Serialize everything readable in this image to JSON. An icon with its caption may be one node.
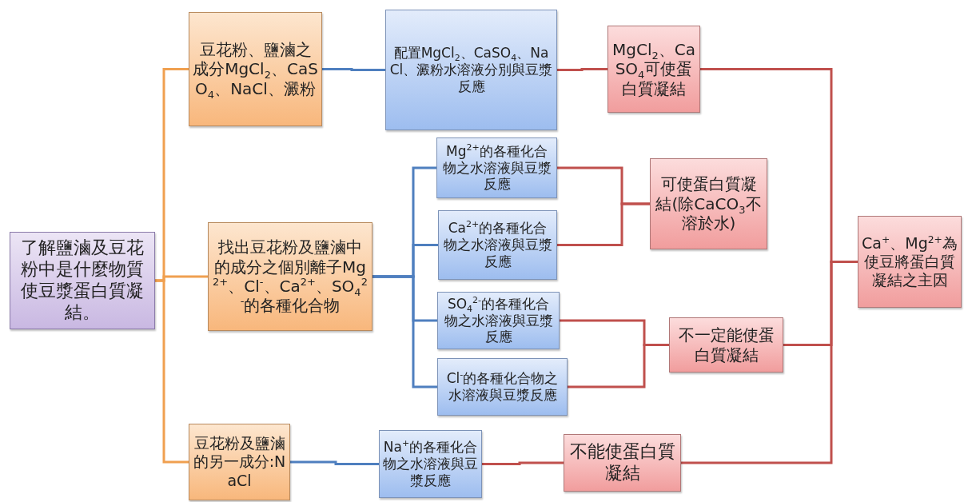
{
  "diagram": {
    "nodes": [
      {
        "text": [
          "了解鹽滷及豆花粉中是什麼物質使豆漿蛋白質凝結。"
        ]
      },
      {
        "text": [
          "豆花粉、鹽滷之成分MgCl$_{2}$、CaSO$_{4}$、NaCl、澱粉"
        ]
      },
      {
        "text": [
          "找出豆花粉及鹽滷中的成分之個別離子Mg$^{2+}$、Cl$^{-}$、Ca$^{2+}$、SO$_{4}$$^{2-}$的各種化合物"
        ]
      },
      {
        "text": [
          "豆花粉及鹽滷的另一成分:NaCl"
        ]
      },
      {
        "text": [
          "配置MgCl$_{2}$、CaSO$_{4}$、NaCl、澱粉水溶液分別與豆漿反應"
        ]
      },
      {
        "text": [
          "Mg$^{2+}$的各種化合物之水溶液與豆漿反應"
        ]
      },
      {
        "text": [
          "Ca$^{2+}$的各種化合物之水溶液與豆漿反應"
        ]
      },
      {
        "text": [
          "SO$_{4}$$^{2-}$的各種化合物之水溶液與豆漿反應"
        ]
      },
      {
        "text": [
          "Cl$^{-}$的各種化合物之水溶液與豆漿反應"
        ]
      },
      {
        "text": [
          "Na$^{+}$的各種化合物之水溶液與豆漿反應"
        ]
      },
      {
        "text": [
          "MgCl$_{2}$、CaSO$_{4}$可使蛋白質凝結"
        ]
      },
      {
        "text": [
          "可使蛋白質凝結(除CaCO$_{3}$不溶於水)"
        ]
      },
      {
        "text": [
          "不一定能使蛋白質凝結"
        ]
      },
      {
        "text": [
          "不能使蛋白質凝結"
        ]
      },
      {
        "text": [
          "Ca$^{+}$、Mg$^{2+}$為使豆將蛋白質凝結之主因"
        ]
      }
    ],
    "edges": [
      {
        "from": 0,
        "to": 1,
        "arrow": "none",
        "color": "#f0a050"
      },
      {
        "from": 0,
        "to": 2,
        "arrow": "none",
        "color": "#f0a050"
      },
      {
        "from": 0,
        "to": 3,
        "arrow": "none",
        "color": "#f0a050"
      },
      {
        "from": 1,
        "to": 4,
        "arrow": "none",
        "color": "#4f7fbf"
      },
      {
        "from": 2,
        "to": 5,
        "arrow": "none",
        "color": "#4f7fbf"
      },
      {
        "from": 2,
        "to": 6,
        "arrow": "none",
        "color": "#4f7fbf"
      },
      {
        "from": 2,
        "to": 7,
        "arrow": "none",
        "color": "#4f7fbf"
      },
      {
        "from": 2,
        "to": 8,
        "arrow": "none",
        "color": "#4f7fbf"
      },
      {
        "from": 3,
        "to": 9,
        "arrow": "none",
        "color": "#4f7fbf"
      },
      {
        "from": 4,
        "to": 10,
        "arrow": "none",
        "color": "#c0504d"
      },
      {
        "from": 5,
        "to": 11,
        "arrow": "none",
        "color": "#c0504d"
      },
      {
        "from": 6,
        "to": 11,
        "arrow": "none",
        "color": "#c0504d"
      },
      {
        "from": 7,
        "to": 12,
        "arrow": "none",
        "color": "#c0504d"
      },
      {
        "from": 8,
        "to": 12,
        "arrow": "none",
        "color": "#c0504d"
      },
      {
        "from": 9,
        "to": 13,
        "arrow": "none",
        "color": "#c0504d"
      },
      {
        "from": 10,
        "to": 14,
        "arrow": "none",
        "color": "#c0504d"
      },
      {
        "from": 12,
        "to": 14,
        "arrow": "none",
        "color": "#c0504d"
      },
      {
        "from": 13,
        "to": 14,
        "arrow": "none",
        "color": "#c0504d"
      }
    ]
  }
}
